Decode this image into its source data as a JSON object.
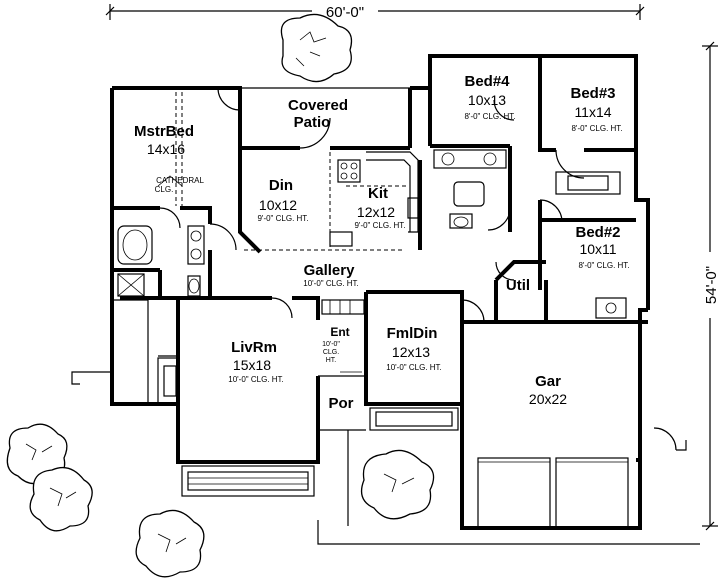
{
  "dimensions": {
    "width_label": "60'-0\"",
    "depth_label": "54'-0\""
  },
  "rooms": {
    "master_bed": {
      "name": "MstrBed",
      "size": "14x16",
      "note1": "CATHEDRAL",
      "note2": "CLG."
    },
    "covered_patio": {
      "name1": "Covered",
      "name2": "Patio"
    },
    "bed4": {
      "name": "Bed#4",
      "size": "10x13",
      "note": "8'-0\" CLG. HT."
    },
    "bed3": {
      "name": "Bed#3",
      "size": "11x14",
      "note": "8'-0\" CLG. HT."
    },
    "bed2": {
      "name": "Bed#2",
      "size": "10x11",
      "note": "8'-0\" CLG. HT."
    },
    "dining": {
      "name": "Din",
      "size": "10x12",
      "note": "9'-0\" CLG. HT."
    },
    "kitchen": {
      "name": "Kit",
      "size": "12x12",
      "note": "9'-0\" CLG. HT."
    },
    "gallery": {
      "name": "Gallery",
      "note": "10'-0\" CLG. HT."
    },
    "utility": {
      "name": "Util"
    },
    "living": {
      "name": "LivRm",
      "size": "15x18",
      "note": "10'-0\" CLG. HT."
    },
    "entry": {
      "name": "Ent",
      "note1": "10'-0\"",
      "note2": "CLG.",
      "note3": "HT."
    },
    "family_dining": {
      "name": "FmlDin",
      "size": "12x13",
      "note": "10'-0\" CLG. HT."
    },
    "garage": {
      "name": "Gar",
      "size": "20x22"
    },
    "porch": {
      "name": "Por"
    }
  },
  "colors": {
    "ink": "#000000",
    "paper": "#ffffff"
  }
}
